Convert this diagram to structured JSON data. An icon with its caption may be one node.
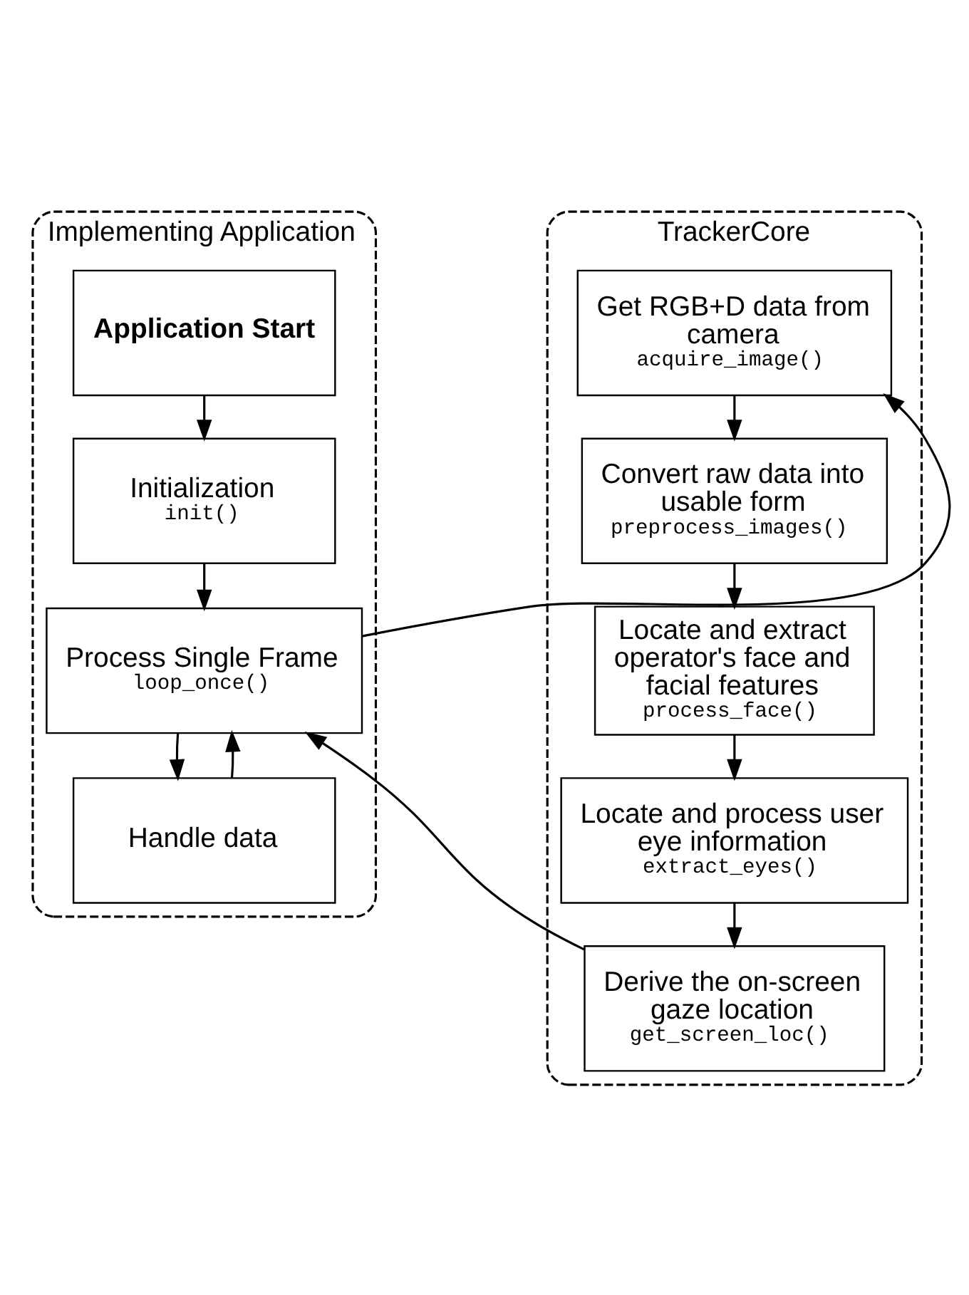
{
  "diagram": {
    "nodes": [
      {
        "text": [
          "Implementing Application"
        ]
      },
      {
        "text": [
          "Application Start"
        ],
        "in": 0
      },
      {
        "text": [
          "Initialization",
          "init()"
        ],
        "in": 0
      },
      {
        "text": [
          "Process Single Frame",
          "loop_once()"
        ],
        "in": 0
      },
      {
        "text": [
          "Handle data"
        ],
        "in": 0
      },
      {
        "text": [
          "TrackerCore"
        ]
      },
      {
        "text": [
          "Get RGB+D data from camera",
          "acquire_image()"
        ],
        "in": 5
      },
      {
        "text": [
          "Convert raw data into usable form",
          "preprocess_images()"
        ],
        "in": 5
      },
      {
        "text": [
          "Locate and extract operator's face and facial features",
          "process_face()"
        ],
        "in": 5
      },
      {
        "text": [
          "Locate and process user eye information",
          "extract_eyes()"
        ],
        "in": 5
      },
      {
        "text": [
          "Derive the on-screen gaze location",
          "get_screen_loc()"
        ],
        "in": 5
      }
    ],
    "edges": [
      {
        "from": 1,
        "to": 2,
        "arrow": "to"
      },
      {
        "from": 2,
        "to": 3,
        "arrow": "to"
      },
      {
        "from": 3,
        "to": 4,
        "arrow": "to"
      },
      {
        "from": 4,
        "to": 3,
        "arrow": "to"
      },
      {
        "from": 3,
        "to": 6,
        "arrow": "to"
      },
      {
        "from": 6,
        "to": 7,
        "arrow": "to"
      },
      {
        "from": 7,
        "to": 8,
        "arrow": "to"
      },
      {
        "from": 8,
        "to": 9,
        "arrow": "to"
      },
      {
        "from": 9,
        "to": 10,
        "arrow": "to"
      },
      {
        "from": 10,
        "to": 3,
        "arrow": "to"
      }
    ]
  }
}
